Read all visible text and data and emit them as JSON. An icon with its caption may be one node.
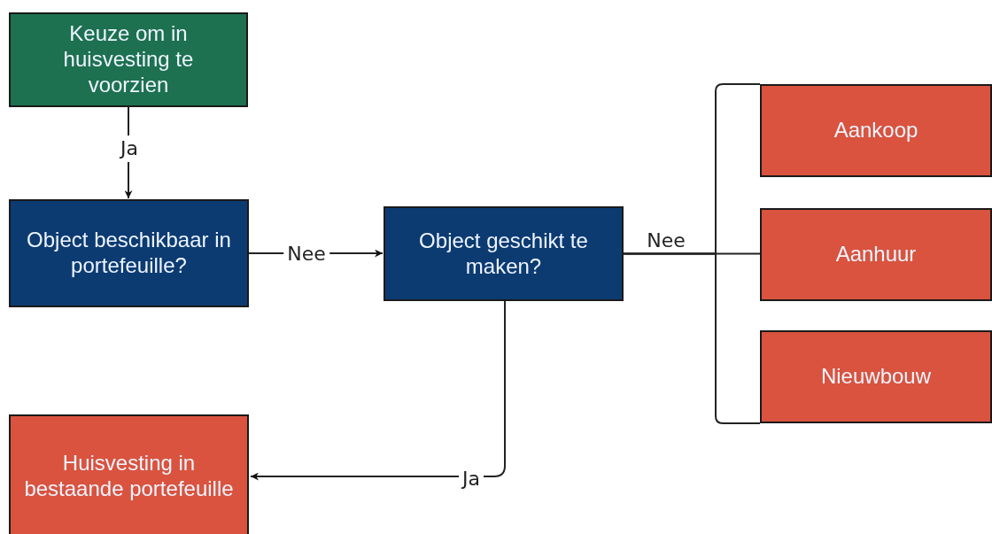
{
  "diagram": {
    "nodes": [
      {
        "text": [
          "Keuze om in huisvesting te voorzien"
        ]
      },
      {
        "text": [
          "Object beschikbaar in portefeuille?"
        ]
      },
      {
        "text": [
          "Object geschikt te maken?"
        ]
      },
      {
        "text": [
          "Aankoop"
        ]
      },
      {
        "text": [
          "Aanhuur"
        ]
      },
      {
        "text": [
          "Nieuwbouw"
        ]
      },
      {
        "text": [
          "Huisvesting in bestaande portefeuille"
        ]
      }
    ],
    "edges": [
      {
        "from": 0,
        "to": 1,
        "label": "Ja",
        "arrow": "to"
      },
      {
        "from": 1,
        "to": 2,
        "label": "Nee",
        "arrow": "to"
      },
      {
        "from": 2,
        "to": 3,
        "arrow": "none"
      },
      {
        "from": 2,
        "to": 4,
        "label": "Nee",
        "arrow": "none"
      },
      {
        "from": 2,
        "to": 5,
        "arrow": "none"
      },
      {
        "from": 2,
        "to": 6,
        "label": "Ja",
        "arrow": "to"
      }
    ]
  }
}
